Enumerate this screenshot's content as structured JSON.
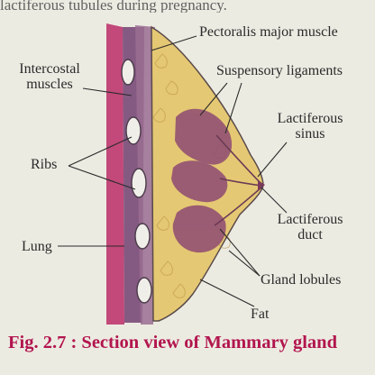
{
  "header_fragment": "lactiferous tubules during pregnancy.",
  "diagram": {
    "labels": {
      "pectoralis": "Pectoralis major muscle",
      "intercostal_line1": "Intercostal",
      "intercostal_line2": "muscles",
      "suspensory": "Suspensory ligaments",
      "lactiferous_sinus_line1": "Lactiferous",
      "lactiferous_sinus_line2": "sinus",
      "ribs": "Ribs",
      "lactiferous_duct_line1": "Lactiferous",
      "lactiferous_duct_line2": "duct",
      "lung": "Lung",
      "gland_lobules": "Gland lobules",
      "fat": "Fat"
    },
    "colors": {
      "background": "#ecebe2",
      "lung": "#c2497a",
      "chest_wall": "#7a4a78",
      "muscle": "#9a6d92",
      "fat": "#e5c873",
      "gland": "#8e4a72",
      "outline": "#5a4a4a",
      "caption": "#b2154e"
    }
  },
  "caption": "Fig. 2.7 : Section view of Mammary gland"
}
